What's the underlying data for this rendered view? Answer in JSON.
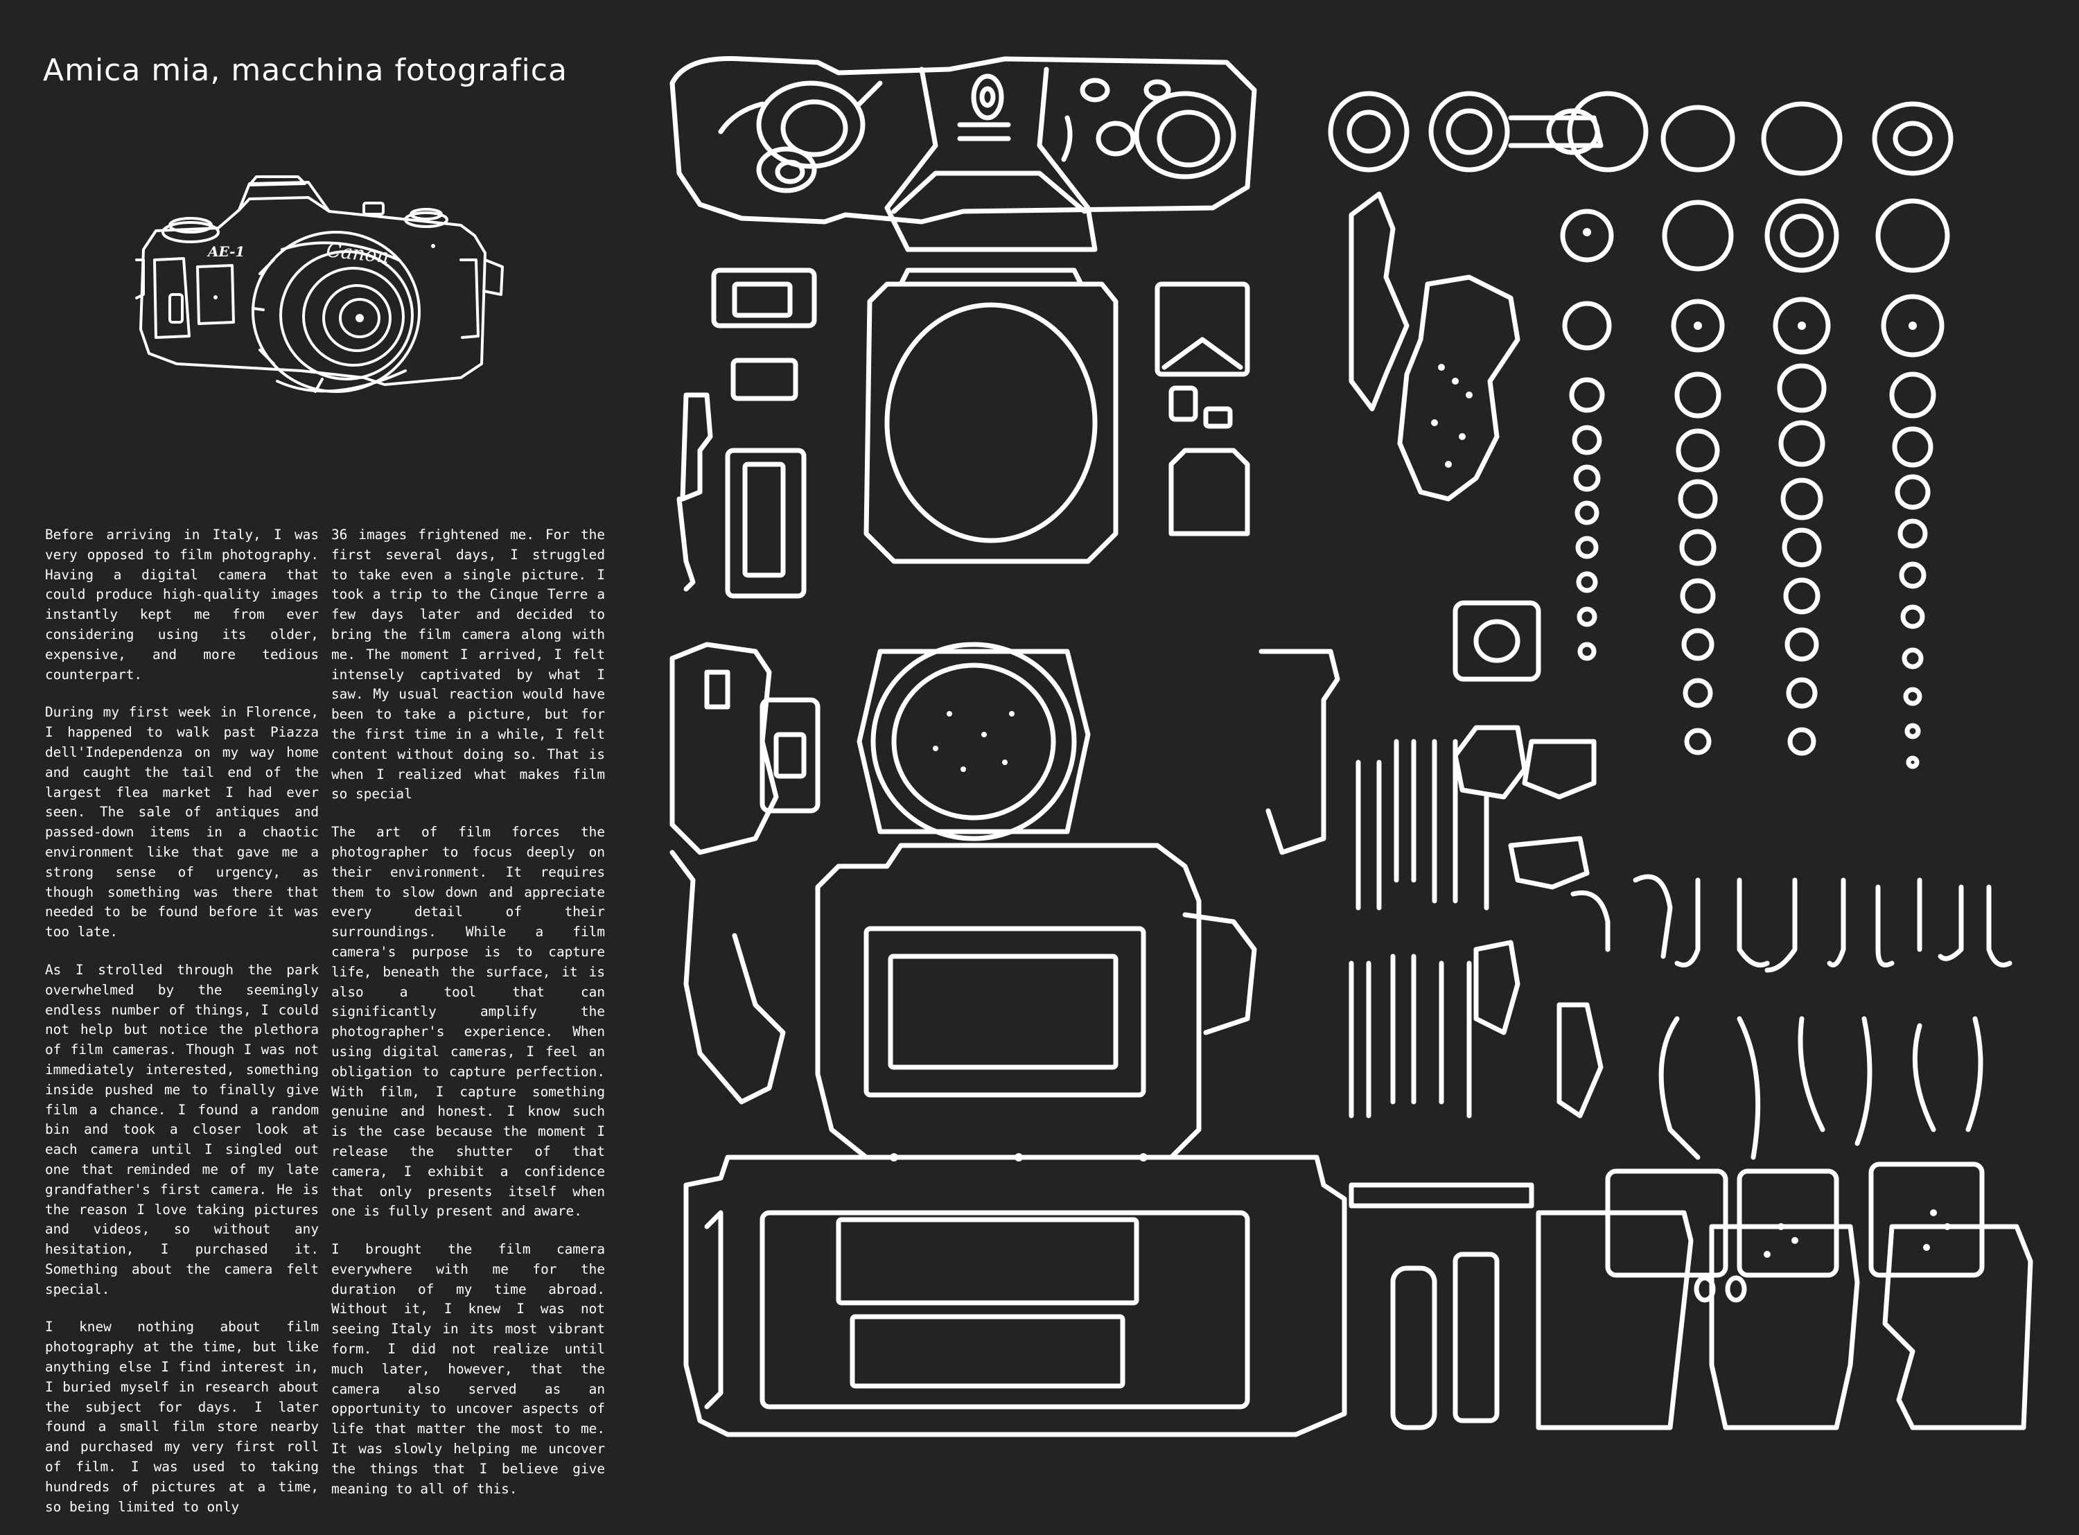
{
  "article": {
    "title": "Amica mia, macchina fotografica",
    "camera_logo_text": "Canon",
    "camera_model_text": "AE-1",
    "column_1": [
      "Before arriving in Italy, I was very opposed to film photography. Having a digital camera that could produce high-quality images instantly kept me from ever considering using its older, expensive, and more tedious counterpart.",
      "During my first week in Florence, I happened to walk past Piazza dell'Independenza on my way home and caught the tail end of the largest flea market I had ever seen. The sale of antiques and passed-down items in a chaotic environment like that gave me a strong sense of urgency, as though something was there that needed to be found before it was too late.",
      "As I strolled through the park overwhelmed by the seemingly endless number of things, I could not help but notice the plethora of film cameras. Though I was not immediately interested, something inside pushed me to finally give film a chance. I found a random bin and took a closer look at each camera until I singled out one that reminded me of my late grandfather's first camera. He is the reason I love taking pictures and videos, so without any hesitation, I purchased it. Something about the camera felt special.",
      "I knew nothing about film photography at the time, but like anything else I find interest in, I buried myself in research about the subject for days. I later found a small film store nearby and purchased my very first roll of film. I was used to taking hundreds of pictures at a time, so being limited to only"
    ],
    "column_2": [
      "36 images frightened me. For the first several days, I struggled to take even a single picture. I took a trip to the Cinque Terre a few days later and decided to bring the film camera along with me. The moment I arrived, I felt intensely captivated by what I saw. My usual reaction would have been to take a picture, but for the first time in a while, I felt content without doing so. That is when I realized what makes film so special",
      "The art of film forces the photographer to focus deeply on their environment. It requires them to slow down and appreciate every detail of their surroundings. While a film camera's purpose is to capture life, beneath the surface, it is also a tool that can significantly amplify the photographer's experience. When using digital cameras, I feel an obligation to capture perfection. With film, I capture something genuine and honest. I know such is the case because the moment I release the shutter of that camera, I exhibit a confidence that only presents itself when one is fully present and aware.",
      "I brought the film camera everywhere with me for the duration of my time abroad. Without it, I knew I was not seeing Italy in its most vibrant form. I did not realize until much later, however, that the camera also served as an opportunity to uncover aspects of life that matter the most to me. It was slowly helping me uncover the things that I believe give meaning to all of this."
    ]
  },
  "colors": {
    "background": "#242223",
    "ink": "#ffffff"
  }
}
